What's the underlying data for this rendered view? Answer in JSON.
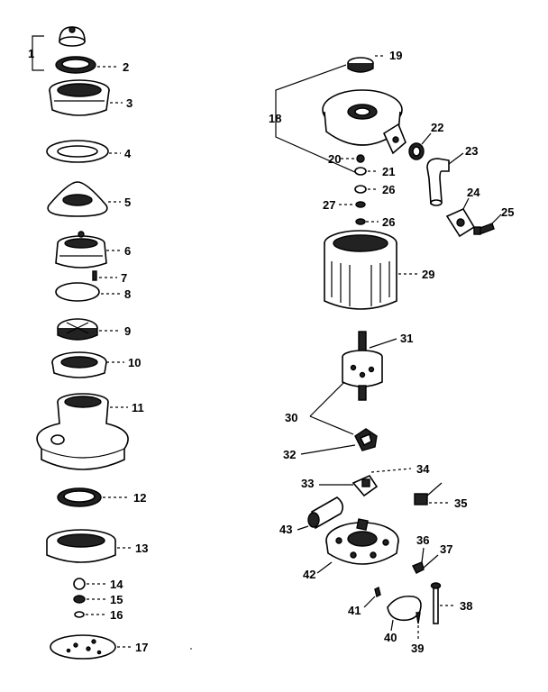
{
  "labels": {
    "p1": "1",
    "p2": "2",
    "p3": "3",
    "p4": "4",
    "p5": "5",
    "p6": "6",
    "p7": "7",
    "p8": "8",
    "p9": "9",
    "p10": "10",
    "p11": "11",
    "p12": "12",
    "p13": "13",
    "p14": "14",
    "p15": "15",
    "p16": "16",
    "p17": "17",
    "p18": "18",
    "p19": "19",
    "p20": "20",
    "p21": "21",
    "p22": "22",
    "p23": "23",
    "p24": "24",
    "p25": "25",
    "p26a": "26",
    "p26b": "26",
    "p27": "27",
    "p29": "29",
    "p30": "30",
    "p31": "31",
    "p32": "32",
    "p33": "33",
    "p34": "34",
    "p35": "35",
    "p36": "36",
    "p37": "37",
    "p38": "38",
    "p39": "39",
    "p40": "40",
    "p41": "41",
    "p42": "42",
    "p43": "43"
  }
}
